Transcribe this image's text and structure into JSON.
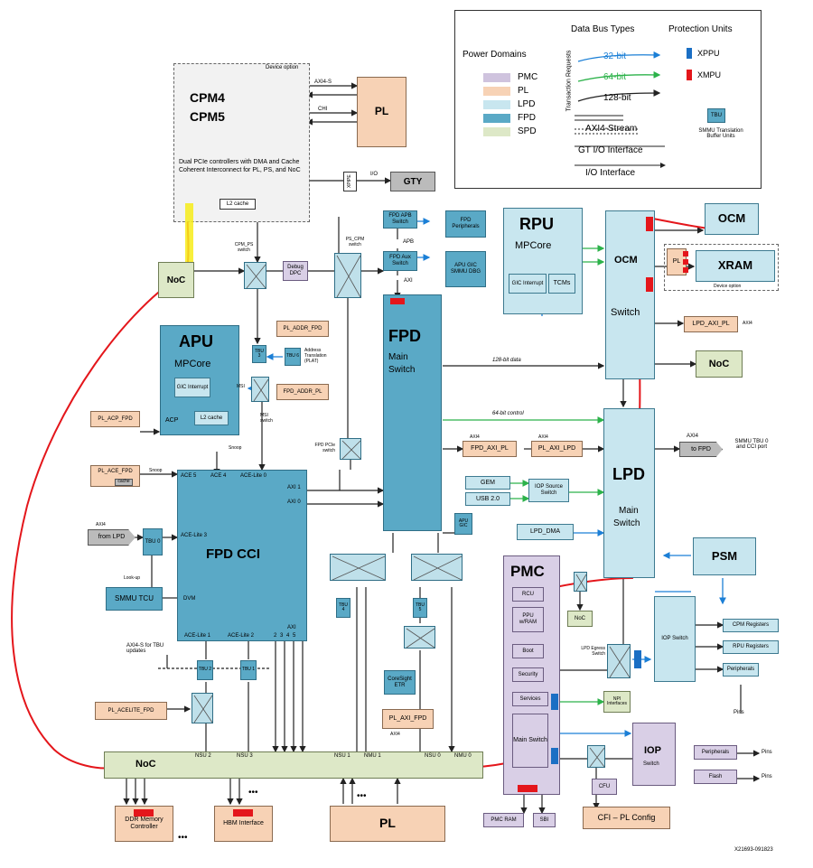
{
  "legend": {
    "power_domains_title": "Power Domains",
    "domains": [
      "PMC",
      "PL",
      "LPD",
      "FPD",
      "SPD"
    ],
    "domain_colors": [
      "#cfc3de",
      "#f7d2b5",
      "#c8e6ef",
      "#5aa9c6",
      "#dde8c7"
    ],
    "bus_title": "Data Bus Types",
    "bus_32": "32-bit",
    "bus_64": "64-bit",
    "bus_128": "128-bit",
    "transaction_requests": "Transaction Requests",
    "axi4_stream": "AXI4-Stream",
    "gt_io": "GT I/O Interface",
    "io_interface": "I/O Interface",
    "protection_title": "Protection Units",
    "xppu": "XPPU",
    "xmpu": "XMPU",
    "tbu": "TBU",
    "smmu_tbu_desc": "SMMU Translation Buffer Units"
  },
  "cpm": {
    "title1": "CPM4",
    "title2": "CPM5",
    "device_option": "Device option",
    "desc": "Dual PCIe controllers with DMA and Cache Coherent Interconnect for PL, PS, and NoC",
    "l2": "L2 cache",
    "axi4s": "AXI4-S",
    "chi": "CHI",
    "io": "I/O",
    "xpipe": "XPIPE"
  },
  "pl_top": "PL",
  "gty": "GTY",
  "noc_left": "NoC",
  "cpm_ps_switch": "CPM_PS switch",
  "debug_dpc": "Debug DPC",
  "ps_cpm_switch": "PS_CPM switch",
  "fpd_apb_switch": "FPD APB Switch",
  "fpd_peripherals": "FPD Peripherals",
  "apb": "APB",
  "fpd_aux_switch": "FPD Aux Switch",
  "apu_gic_smmu": "APU GIC SMMU DBG",
  "axi": "AXI",
  "rpu": {
    "title": "RPU",
    "sub": "MPCore",
    "gic": "GIC Interrupt",
    "tcm": "TCMs"
  },
  "ocm_switch": {
    "title": "OCM",
    "sub": "Switch"
  },
  "ocm": "OCM",
  "xram": "XRAM",
  "pl_small": "PL",
  "device_option2": "Device option",
  "apu": {
    "title": "APU",
    "sub": "MPCore",
    "gic": "GIC Interrupt",
    "acp": "ACP",
    "l2": "L2 cache"
  },
  "pl_addr_fpd": "PL_ADDR_FPD",
  "fpd_addr_pl": "FPD_ADDR_PL",
  "tbu3": "TBU 3",
  "tbu6": "TBU 6",
  "addr_trans": "Address Translation (PLAT)",
  "msi": "MSI",
  "msi_switch": "MSI switch",
  "snoop": "Snoop",
  "fpd_main": {
    "title": "FPD",
    "sub1": "Main",
    "sub2": "Switch"
  },
  "bit128": "128-bit data",
  "bit64": "64-bit control",
  "lpd_axi_pl": "LPD_AXI_PL",
  "axi4_a": "AXI4",
  "noc_right": "NoC",
  "pl_acp_fpd": "PL_ACP_FPD",
  "pl_ace_fpd": "PL_ACE_FPD",
  "cache": "cache",
  "fpd_pcie_switch": "FPD PCIe switch",
  "fpd_cci": {
    "title": "FPD CCI",
    "ace5": "ACE 5",
    "ace4": "ACE 4",
    "acelite0": "ACE-Lite 0",
    "axi1": "AXI 1",
    "axi0": "AXI 0",
    "acelite3": "ACE-Lite 3",
    "dvm": "DVM",
    "acelite1": "ACE-Lite 1",
    "acelite2": "ACE-Lite 2",
    "axi": "AXI",
    "axinums": "2 3 4 5"
  },
  "fpd_axi_pl": "FPD_AXI_PL",
  "pl_axi_lpd": "PL_AXI_LPD",
  "axi4_b": "AXI4",
  "axi4_c": "AXI4",
  "lpd_main": {
    "title": "LPD",
    "sub1": "Main",
    "sub2": "Switch"
  },
  "axi4_d": "AXI4",
  "to_fpd": "to FPD",
  "smmu_tbu0": "SMMU TBU 0 and CCI port",
  "gem": "GEM",
  "usb": "USB 2.0",
  "iop_source": "IOP Source Switch",
  "from_lpd": "from LPD",
  "axi4_e": "AXI4",
  "tbu0": "TBU 0",
  "lookup": "Look-up",
  "smmu_tcu": "SMMU TCU",
  "lpd_dma": "LPD_DMA",
  "apu_gic": "APU GIC",
  "psm": "PSM",
  "pmc": {
    "title": "PMC",
    "rcu": "RCU",
    "ppu": "PPU w/RAM",
    "boot": "Boot",
    "security": "Security",
    "services": "Services",
    "main": "Main Switch"
  },
  "noc_small": "NoC",
  "tbu4": "TBU 4",
  "tbu5": "TBU 5",
  "coresight": "CoreSight ETR",
  "axi4s_tbu": "AXI4-S for TBU updates",
  "iop_switch1": "IOP Switch",
  "cpm_registers": "CPM Registers",
  "rpu_registers": "RPU Registers",
  "peripherals1": "Peripherals",
  "pins1": "Pins",
  "lpd_egress": "LPD Egress Switch",
  "npi": "NPI Interfaces",
  "tbu2": "TBU 2",
  "tbu1": "TBU 1",
  "pl_acelite_fpd": "PL_ACELITE_FPD",
  "pl_axi_fpd": "PL_AXI_FPD",
  "axi4_f": "AXI4",
  "iop_main": {
    "title": "IOP",
    "sub": "Switch"
  },
  "peripherals2": "Peripherals",
  "flash": "Flash",
  "pins2": "Pins",
  "pins3": "Pins",
  "noc_bottom": {
    "title": "NoC",
    "nsu2": "NSU 2",
    "nsu3": "NSU 3",
    "nsu1": "NSU 1",
    "nmu1": "NMU 1",
    "nsu0": "NSU 0",
    "nmu0": "NMU 0"
  },
  "cfu": "CFU",
  "ddr": "DDR Memory Controller",
  "hbm": "HBM Interface",
  "pl_bottom": "PL",
  "pmc_ram": "PMC RAM",
  "sbi": "SBI",
  "cfi": "CFI – PL Config",
  "dots": "•••",
  "figure_id": "X21693-091823"
}
